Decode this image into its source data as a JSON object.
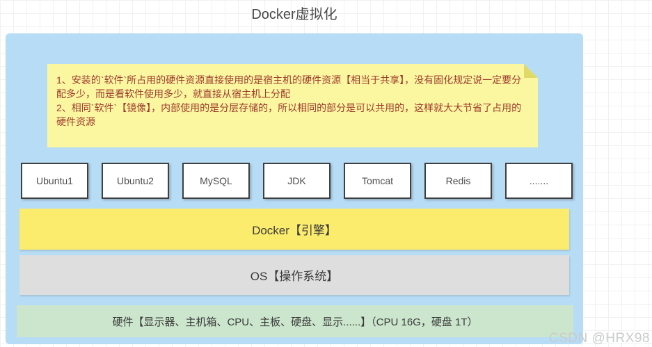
{
  "page": {
    "title": "Docker虚拟化",
    "watermark": "CSDN @HRX98"
  },
  "note": {
    "lines": [
      "1、安装的`软件`所占用的硬件资源直接使用的是宿主机的硬件资源【相当于共享】，没有固化规定说一定要分配多少，而是看软件使用多少，就直接从宿主机上分配",
      "2、相同`软件`【镜像】，内部使用的是分层存储的，所以相同的部分是可以共用的，这样就大大节省了占用的硬件资源"
    ]
  },
  "software_boxes": [
    "Ubuntu1",
    "Ubuntu2",
    "MySQL",
    "JDK",
    "Tomcat",
    "Redis",
    "......."
  ],
  "layers": [
    {
      "id": "docker",
      "label": "Docker【引擎】"
    },
    {
      "id": "os",
      "label": "OS【操作系统】"
    },
    {
      "id": "hardware",
      "label": "硬件【显示器、主机箱、CPU、主板、硬盘、显示......】（CPU 16G，硬盘 1T）"
    }
  ],
  "colors": {
    "host_container_bg": "#b6dcf6",
    "note_bg": "#fbf7a0",
    "note_fold": "#dfd968",
    "note_text": "#9e3a2e",
    "docker_bar_bg": "#fcec6d",
    "os_bar_bg": "#dedede",
    "hardware_bar_bg": "#cbe6cc",
    "box_border": "#3f3f3f",
    "title_text": "#4a4a4a",
    "watermark_text": "#c9cccd"
  }
}
